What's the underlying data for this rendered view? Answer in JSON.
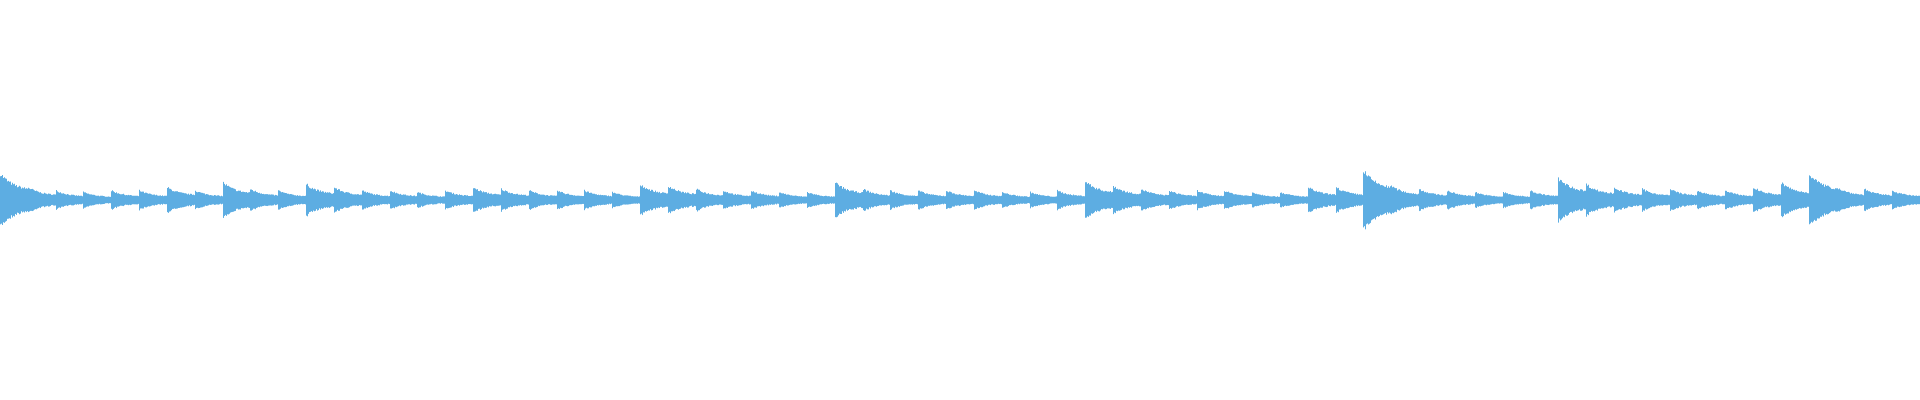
{
  "waveform": {
    "color": "#5dade2",
    "background": "#ffffff",
    "note_amplitudes": [
      0.85,
      0.4,
      0.3,
      0.25,
      0.3,
      0.3,
      0.4,
      0.3,
      0.55,
      0.35,
      0.3,
      0.5,
      0.4,
      0.3,
      0.3,
      0.25,
      0.3,
      0.4,
      0.35,
      0.3,
      0.3,
      0.3,
      0.25,
      0.5,
      0.45,
      0.35,
      0.3,
      0.3,
      0.25,
      0.25,
      0.55,
      0.35,
      0.3,
      0.3,
      0.3,
      0.3,
      0.25,
      0.25,
      0.3,
      0.6,
      0.45,
      0.35,
      0.3,
      0.3,
      0.3,
      0.25,
      0.25,
      0.4,
      0.4,
      0.95,
      0.45,
      0.35,
      0.3,
      0.25,
      0.25,
      0.3,
      0.7,
      0.5,
      0.4,
      0.35,
      0.35,
      0.3,
      0.3,
      0.4,
      0.55,
      0.85,
      0.4,
      0.35,
      0.3
    ]
  }
}
